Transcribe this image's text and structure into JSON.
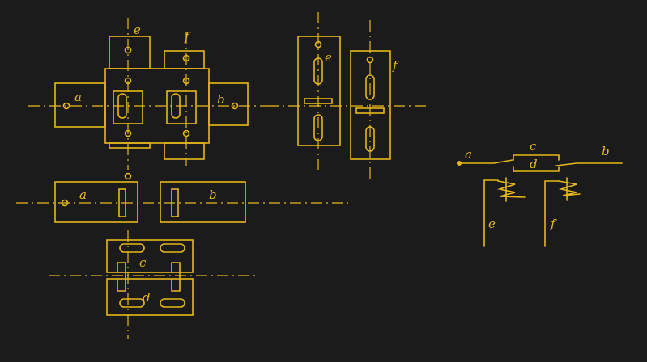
{
  "drawing": {
    "color": "#e8b818",
    "top_assembly": {
      "labels": {
        "a": "a",
        "b": "b",
        "e": "e",
        "f": "f"
      }
    },
    "side_views": {
      "labels": {
        "e": "e",
        "f": "f"
      }
    },
    "middle_row": {
      "labels": {
        "a": "a",
        "b": "b"
      }
    },
    "bottom_assembly": {
      "labels": {
        "c": "c",
        "d": "d"
      }
    },
    "schematic": {
      "labels": {
        "a": "a",
        "b": "b",
        "c": "c",
        "d": "d",
        "e": "e",
        "f": "f"
      }
    }
  }
}
